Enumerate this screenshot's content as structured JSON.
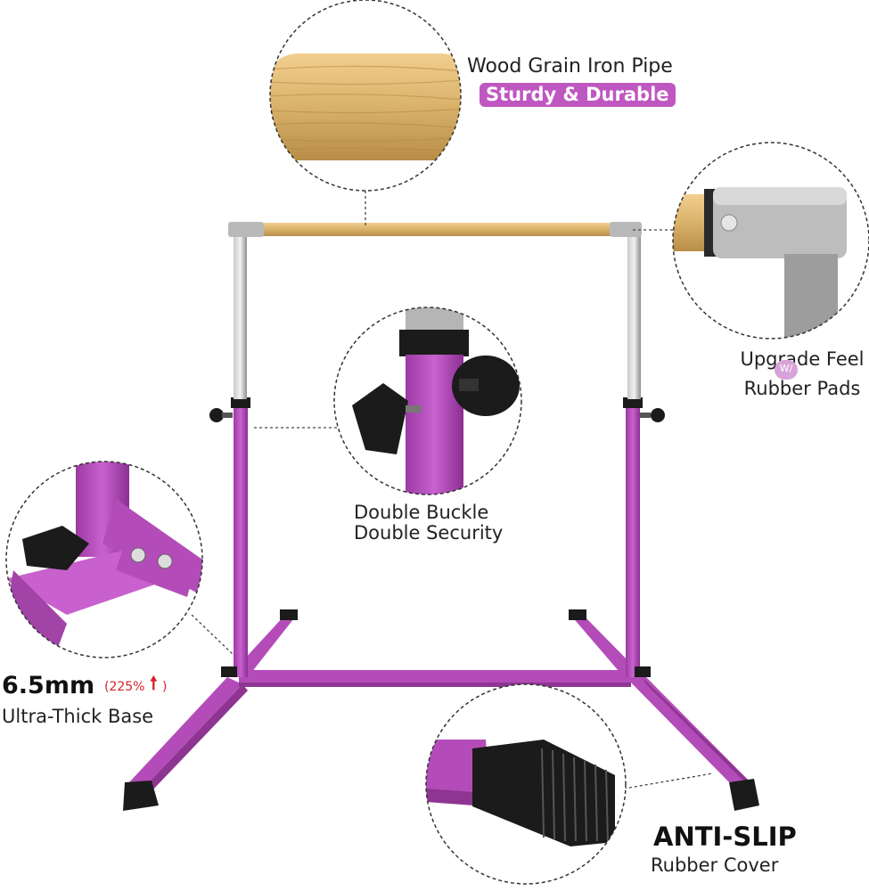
{
  "callouts": {
    "wood_pipe": {
      "title": "Wood Grain Iron Pipe",
      "badge": "Sturdy & Durable"
    },
    "rubber_pads": {
      "line1": "Upgrade Feel",
      "mark": "W/",
      "line2": "Rubber Pads"
    },
    "buckle": {
      "line1": "Double Buckle",
      "line2": "Double Security"
    },
    "base": {
      "size": "6.5mm",
      "percent": "(225%",
      "arrow": "🠕",
      "percent_close": ")",
      "description": "Ultra-Thick Base"
    },
    "antislip": {
      "title": "ANTI-SLIP",
      "subtitle": "Rubber Cover"
    }
  },
  "colors": {
    "frame": "#b34cb8",
    "frame_dark": "#8e3592",
    "wood": "#d9b26a",
    "steel": "#a9a9a9",
    "rubber": "#1b1b1b",
    "badge": "#bf57c1",
    "highlight": "#d81f2a"
  }
}
